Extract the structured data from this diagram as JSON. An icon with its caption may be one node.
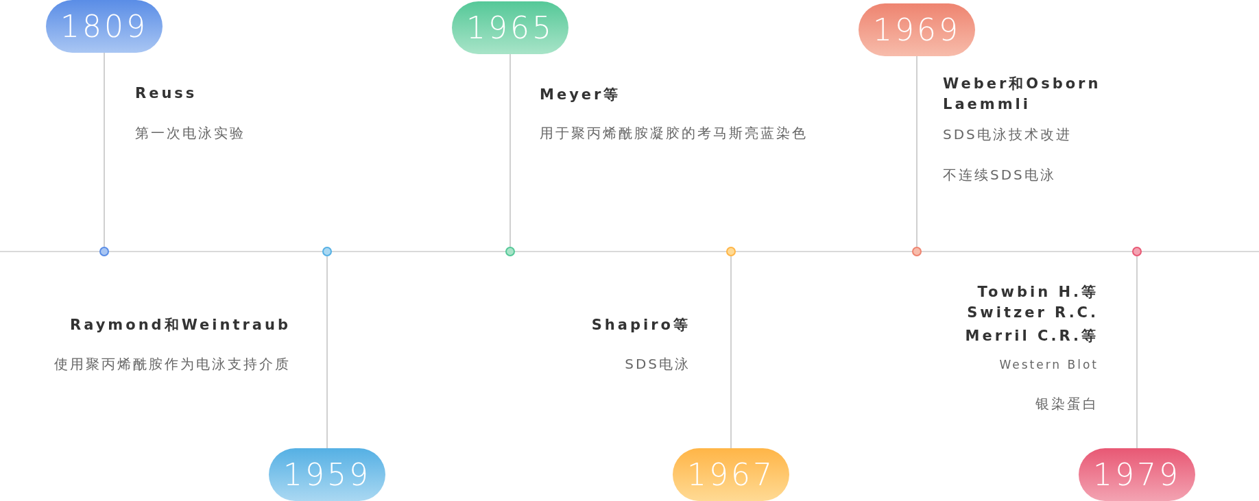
{
  "diagram": {
    "nodes": [
      {
        "text": [
          "1809"
        ],
        "beside": [
          "Reuss",
          "第一次电泳实验"
        ]
      },
      {
        "text": [
          "1959"
        ],
        "beside": [
          "Raymond和Weintraub",
          "使用聚丙烯酰胺作为电泳支持介质"
        ]
      },
      {
        "text": [
          "1965"
        ],
        "beside": [
          "Meyer等",
          "用于聚丙烯酰胺凝胶的考马斯亮蓝染色"
        ]
      },
      {
        "text": [
          "1967"
        ],
        "beside": [
          "Shapiro等",
          "SDS电泳"
        ]
      },
      {
        "text": [
          "1969"
        ],
        "beside": [
          "Weber和Osborn",
          "Laemmli",
          "SDS电泳技术改进",
          "不连续SDS电泳"
        ]
      },
      {
        "text": [
          "1979"
        ],
        "beside": [
          "Towbin H.等",
          "Switzer R.C.",
          "Merril C.R.等",
          "Western Blot",
          "银染蛋白"
        ]
      },
      {
        "text": [],
        "shape": "circle"
      },
      {
        "text": [],
        "shape": "circle"
      },
      {
        "text": [],
        "shape": "circle"
      },
      {
        "text": [],
        "shape": "circle"
      },
      {
        "text": [],
        "shape": "circle"
      },
      {
        "text": [],
        "shape": "circle"
      }
    ],
    "edges": [
      {
        "from": 0,
        "to": 6,
        "arrow": "none"
      },
      {
        "from": 1,
        "to": 7,
        "arrow": "none"
      },
      {
        "from": 2,
        "to": 8,
        "arrow": "none"
      },
      {
        "from": 3,
        "to": 9,
        "arrow": "none"
      },
      {
        "from": 4,
        "to": 10,
        "arrow": "none"
      },
      {
        "from": 5,
        "to": 11,
        "arrow": "none"
      }
    ]
  }
}
